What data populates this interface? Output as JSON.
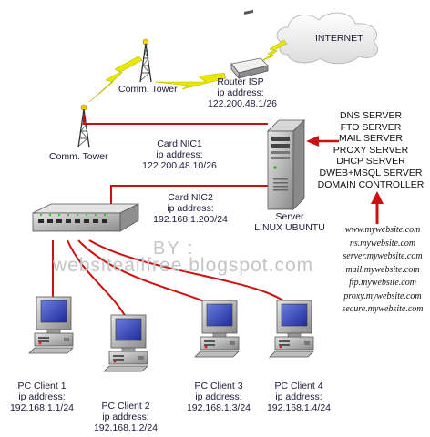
{
  "internet": {
    "label": "INTERNET"
  },
  "router": {
    "name": "Router ISP",
    "ip_label": "ip address:",
    "ip": "122.200.48.1/26"
  },
  "towers": [
    {
      "label": "Comm. Tower"
    },
    {
      "label": "Comm. Tower"
    }
  ],
  "nic1": {
    "name": "Card NIC1",
    "ip_label": "ip address:",
    "ip": "122.200.48.10/26"
  },
  "nic2": {
    "name": "Card NIC2",
    "ip_label": "ip address:",
    "ip": "192.168.1.200/24"
  },
  "server": {
    "name": "Server",
    "os": "LINUX UBUNTU"
  },
  "services": [
    "DNS SERVER",
    "FTO SERVER",
    "MAIL SERVER",
    "PROXY SERVER",
    "DHCP SERVER",
    "DWEB+MSQL SERVER",
    "DOMAIN CONTROLLER"
  ],
  "domains": [
    "www.mywebsite.com",
    "ns.mywebsite.com",
    "server.mywebsite.com",
    "mail.mywebsite.com",
    "ftp.mywebsite.com",
    "proxy.mywebsite.com",
    "secure.mywebsite.com"
  ],
  "watermark": {
    "line1": "BY :",
    "line2": "websiteallfree.blogspot.com"
  },
  "clients": [
    {
      "name": "PC Client 1",
      "ip_label": "ip address:",
      "ip": "192.168.1.1/24"
    },
    {
      "name": "PC Client 2",
      "ip_label": "ip address:",
      "ip": "192.168.1.2/24"
    },
    {
      "name": "PC Client 3",
      "ip_label": "ip address:",
      "ip": "192.168.1.3/24"
    },
    {
      "name": "PC Client 4",
      "ip_label": "ip address:",
      "ip": "192.168.1.4/24"
    }
  ],
  "colors": {
    "link": "#cc1111",
    "bolt": "#e8e800",
    "cloud": "#f4f4f4"
  }
}
